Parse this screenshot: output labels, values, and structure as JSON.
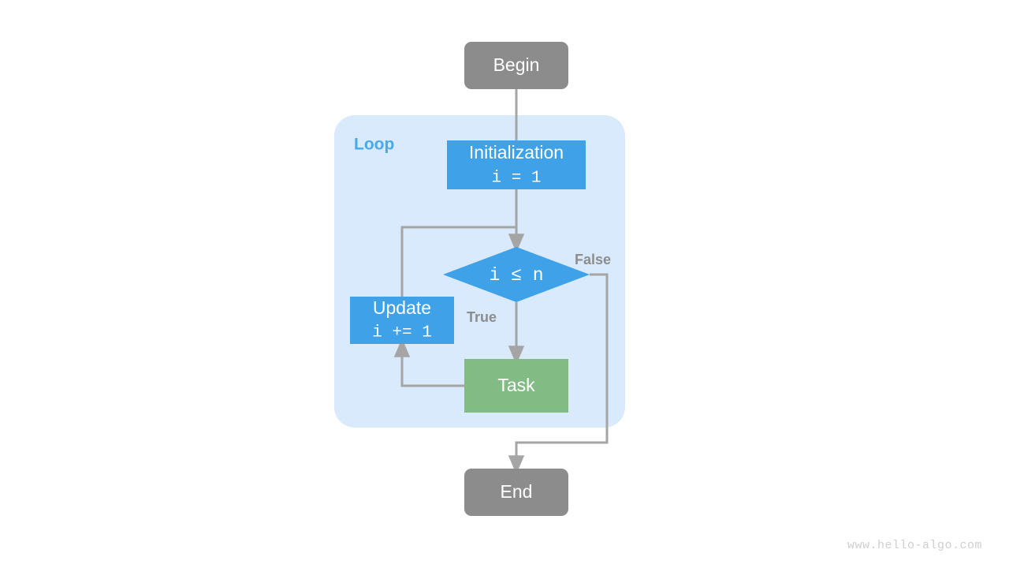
{
  "diagram": {
    "title": "for-loop-flowchart",
    "watermark": "www.hello-algo.com",
    "group": {
      "label": "Loop",
      "color": "#d8eafb",
      "label_color": "#48a9ec"
    },
    "colors": {
      "terminal": "#8c8c8c",
      "process": "#3fa2e8",
      "task": "#82bb84",
      "edge": "#a5a5a5",
      "edge_label": "#8d8d8d",
      "background": "#ffffff",
      "node_text": "#ffffff"
    },
    "nodes": {
      "begin": {
        "label": "Begin",
        "shape": "rounded-rectangle",
        "color": "#8c8c8c"
      },
      "initialization": {
        "label": "Initialization",
        "code": "i = 1",
        "shape": "rectangle",
        "color": "#3fa2e8"
      },
      "condition": {
        "code": "i ≤ n",
        "shape": "diamond",
        "color": "#3fa2e8"
      },
      "update": {
        "label": "Update",
        "code": "i += 1",
        "shape": "rectangle",
        "color": "#3fa2e8"
      },
      "task": {
        "label": "Task",
        "shape": "rectangle",
        "color": "#82bb84"
      },
      "end": {
        "label": "End",
        "shape": "rounded-rectangle",
        "color": "#8c8c8c"
      }
    },
    "edges": {
      "true_label": "True",
      "false_label": "False"
    }
  }
}
